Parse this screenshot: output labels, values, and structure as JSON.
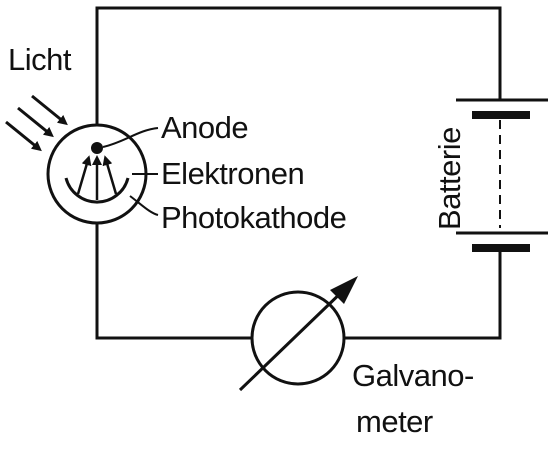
{
  "labels": {
    "light": "Licht",
    "anode": "Anode",
    "electrons": "Elektronen",
    "photocathode": "Photokathode",
    "battery": "Batterie",
    "galvanometer_line1": "Galvano-",
    "galvanometer_line2": "meter"
  },
  "colors": {
    "ink": "#111111",
    "background": "#ffffff"
  }
}
